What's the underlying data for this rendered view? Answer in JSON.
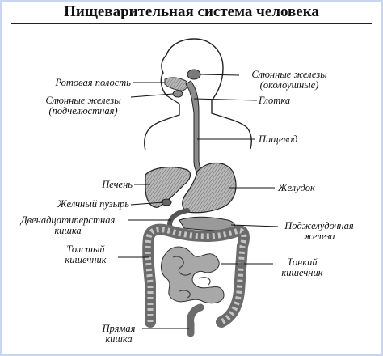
{
  "title": "Пищеварительная система человека",
  "labels": {
    "oral_cavity": "Ротовая полость",
    "salivary_sub_1": "Слюнные железы",
    "salivary_sub_2": "(подчелюстная)",
    "salivary_par_1": "Слюнные железы",
    "salivary_par_2": "(околоушные)",
    "pharynx": "Глотка",
    "esophagus": "Пищевод",
    "liver": "Печень",
    "gallbladder": "Желчный пузырь",
    "duodenum_1": "Двенадцатиперстная",
    "duodenum_2": "кишка",
    "stomach": "Желудок",
    "pancreas_1": "Поджелудочная",
    "pancreas_2": "железа",
    "large_int_1": "Толстый",
    "large_int_2": "кишечник",
    "small_int_1": "Тонкий",
    "small_int_2": "кишечник",
    "rectum_1": "Прямая",
    "rectum_2": "кишка"
  },
  "colors": {
    "frame": "#c9d6ef",
    "organ_fill": "#9a9a9a",
    "organ_dark": "#555555",
    "line": "#111111"
  }
}
